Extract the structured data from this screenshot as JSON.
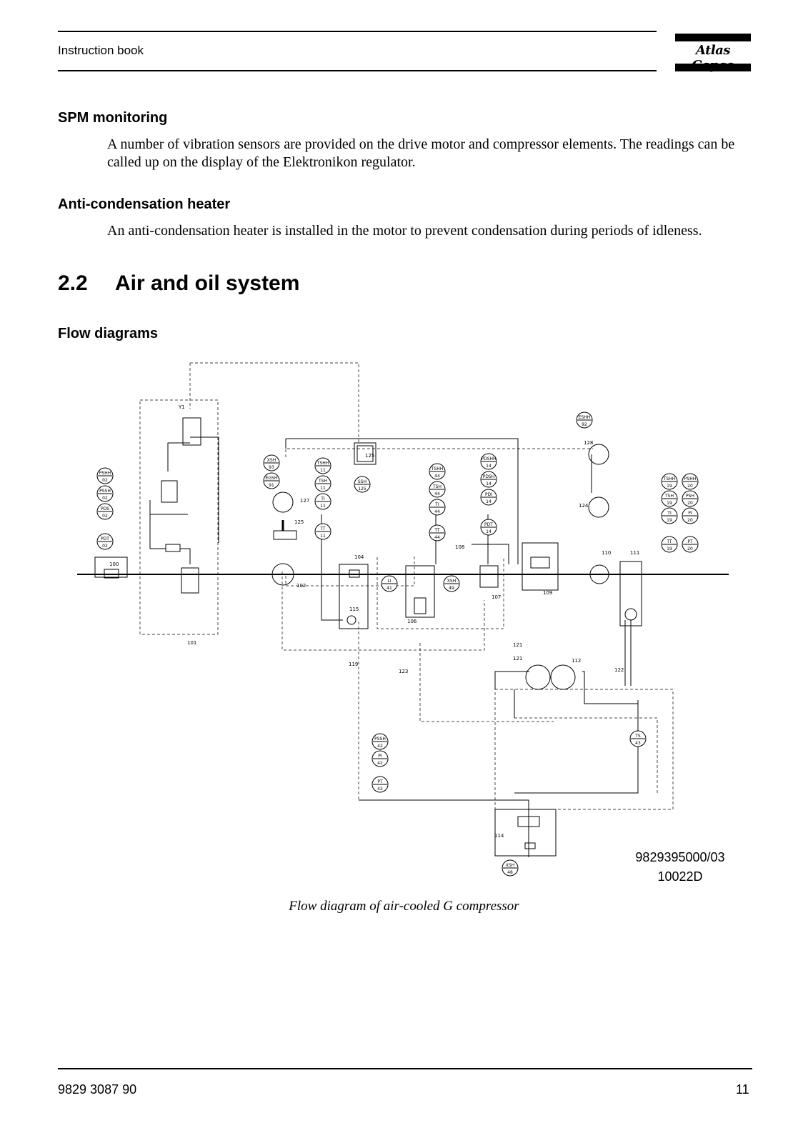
{
  "header": {
    "title": "Instruction book",
    "logo": "Atlas Copco"
  },
  "sections": {
    "spm": {
      "heading": "SPM monitoring",
      "body": "A number of vibration sensors are provided on the drive motor and compressor elements. The readings can be called up on the display of the Elektronikon regulator."
    },
    "heater": {
      "heading": "Anti-condensation heater",
      "body": "An anti-condensation heater is installed in the motor to prevent condensation during periods of idleness."
    }
  },
  "chapter": {
    "number": "2.2",
    "title": "Air and oil system"
  },
  "subheading": "Flow diagrams",
  "diagram": {
    "doc_number": "9829395000/03",
    "doc_code": "10022D",
    "caption": "Flow diagram of air-cooled G compressor",
    "component_labels": [
      "Y1",
      "125",
      "128",
      "127",
      "125",
      "124",
      "100",
      "101",
      "102",
      "104",
      "115",
      "106",
      "107",
      "108",
      "109",
      "110",
      "111",
      "112",
      "121",
      "121",
      "119",
      "123",
      "122",
      "114"
    ],
    "instruments": [
      {
        "tag": "PSHH",
        "num": "02"
      },
      {
        "tag": "PSSH",
        "num": "02"
      },
      {
        "tag": "PDS",
        "num": "02"
      },
      {
        "tag": "PDT",
        "num": "02"
      },
      {
        "tag": "XSH",
        "num": "93"
      },
      {
        "tag": "EGSH",
        "num": "91"
      },
      {
        "tag": "TSHH",
        "num": "11"
      },
      {
        "tag": "TSH",
        "num": "11"
      },
      {
        "tag": "TI",
        "num": "11"
      },
      {
        "tag": "TT",
        "num": "11"
      },
      {
        "tag": "SSH",
        "num": "125"
      },
      {
        "tag": "TSHH",
        "num": "44"
      },
      {
        "tag": "TSH",
        "num": "44"
      },
      {
        "tag": "TI",
        "num": "44"
      },
      {
        "tag": "TT",
        "num": "44"
      },
      {
        "tag": "PDSHH",
        "num": "14"
      },
      {
        "tag": "PDSH",
        "num": "14"
      },
      {
        "tag": "PDI",
        "num": "14"
      },
      {
        "tag": "PDT",
        "num": "14"
      },
      {
        "tag": "ESHH",
        "num": "92"
      },
      {
        "tag": "TSHH",
        "num": "19"
      },
      {
        "tag": "PSHH",
        "num": "20"
      },
      {
        "tag": "TSH",
        "num": "19"
      },
      {
        "tag": "PSH",
        "num": "20"
      },
      {
        "tag": "TI",
        "num": "19"
      },
      {
        "tag": "PI",
        "num": "20"
      },
      {
        "tag": "TT",
        "num": "19"
      },
      {
        "tag": "PT",
        "num": "20"
      },
      {
        "tag": "LI",
        "num": "41"
      },
      {
        "tag": "XSH",
        "num": "49"
      },
      {
        "tag": "PSSH",
        "num": "42"
      },
      {
        "tag": "PI",
        "num": "42"
      },
      {
        "tag": "PT",
        "num": "42"
      },
      {
        "tag": "TS",
        "num": "43"
      },
      {
        "tag": "XSH",
        "num": "48"
      }
    ]
  },
  "footer": {
    "doc_id": "9829 3087 90",
    "page": "11"
  }
}
